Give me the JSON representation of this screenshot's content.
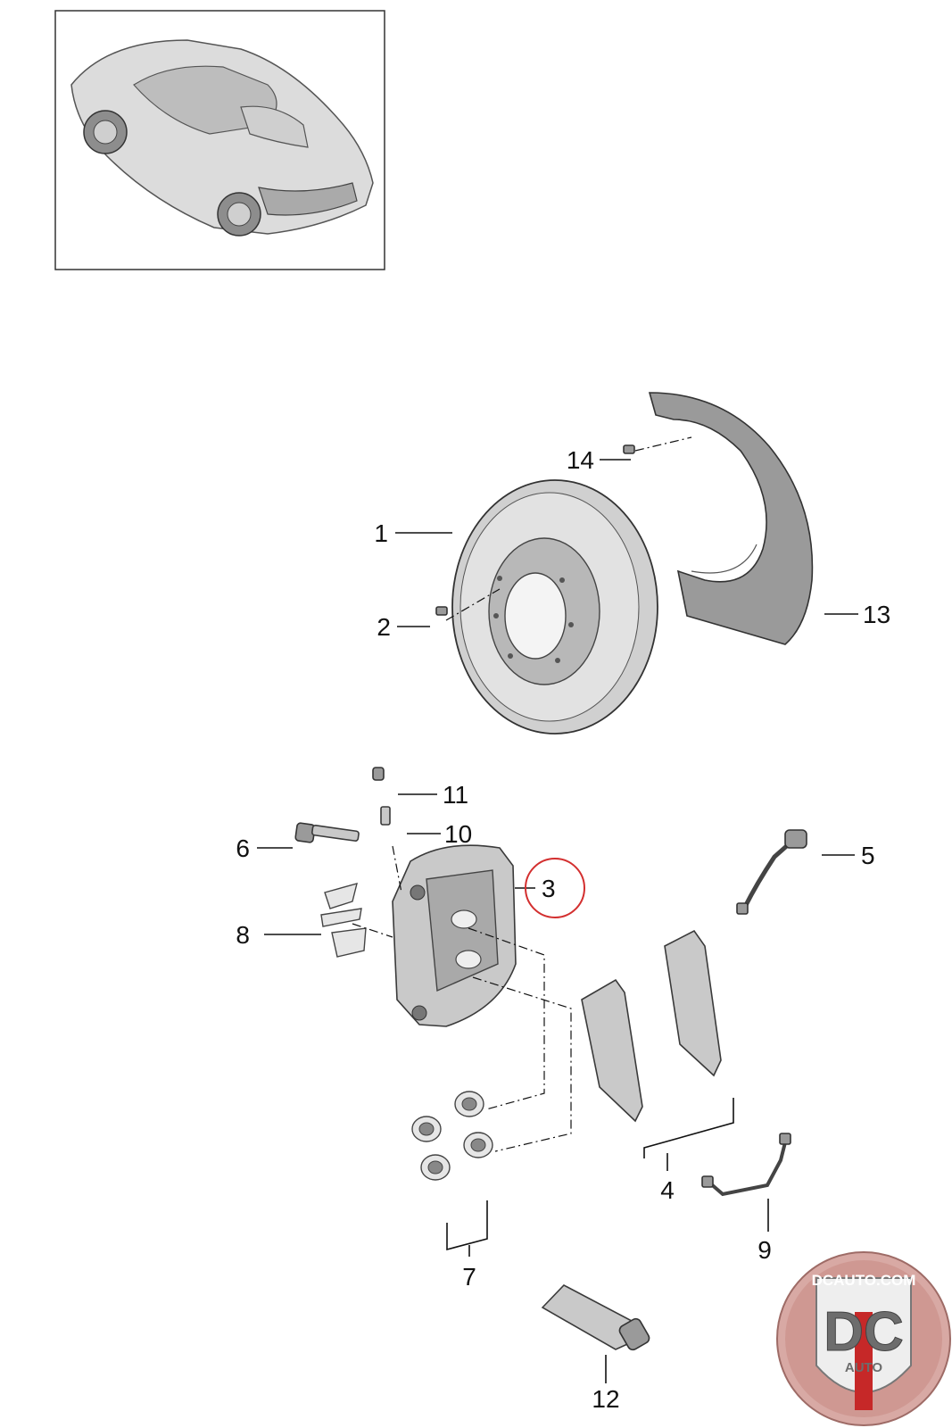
{
  "diagram": {
    "callouts": [
      {
        "id": "1",
        "label": "1"
      },
      {
        "id": "2",
        "label": "2"
      },
      {
        "id": "3",
        "label": "3"
      },
      {
        "id": "4",
        "label": "4"
      },
      {
        "id": "5",
        "label": "5"
      },
      {
        "id": "6",
        "label": "6"
      },
      {
        "id": "7",
        "label": "7"
      },
      {
        "id": "8",
        "label": "8"
      },
      {
        "id": "9",
        "label": "9"
      },
      {
        "id": "10",
        "label": "10"
      },
      {
        "id": "11",
        "label": "11"
      },
      {
        "id": "12",
        "label": "12"
      },
      {
        "id": "13",
        "label": "13"
      },
      {
        "id": "14",
        "label": "14"
      }
    ],
    "highlighted_callout": "3",
    "highlight_color": "#d32f2f"
  },
  "logo": {
    "top_text": "DCAUTO.COM",
    "letters": "DC",
    "bottom_text": "AUTO",
    "accent_color": "#c62828"
  }
}
